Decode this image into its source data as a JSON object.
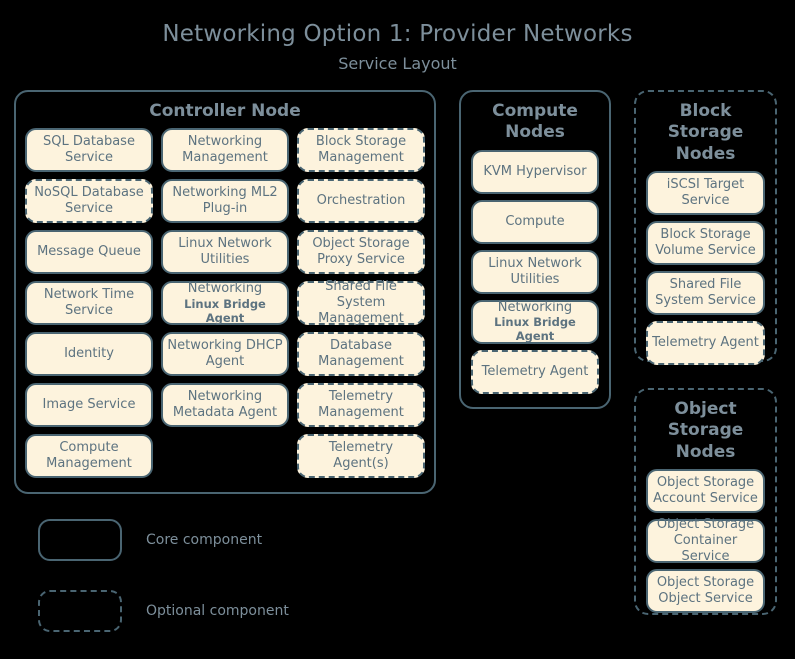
{
  "header": {
    "title": "Networking Option 1: Provider Networks",
    "subtitle": "Service Layout"
  },
  "colors": {
    "background": "#000000",
    "box_fill": "#fdf3dd",
    "box_border": "#4a6572",
    "text": "#6d7f8b",
    "title_text": "#7d8f9b"
  },
  "groups": {
    "controller": {
      "title": "Controller Node",
      "optional": false,
      "services": [
        {
          "label": "SQL Database Service",
          "optional": false
        },
        {
          "label": "Networking Management",
          "optional": false
        },
        {
          "label": "Block Storage Management",
          "optional": true
        },
        {
          "label": "NoSQL Database Service",
          "optional": true
        },
        {
          "label": "Networking ML2 Plug-in",
          "optional": false
        },
        {
          "label": "Orchestration",
          "optional": true
        },
        {
          "label": "Message Queue",
          "optional": false
        },
        {
          "label": "Linux Network Utilities",
          "optional": false
        },
        {
          "label": "Object Storage Proxy Service",
          "optional": true
        },
        {
          "label": "Network Time Service",
          "optional": false
        },
        {
          "label": "Networking",
          "sub": "Linux Bridge Agent",
          "optional": false
        },
        {
          "label": "Shared File System Management",
          "optional": true
        },
        {
          "label": "Identity",
          "optional": false
        },
        {
          "label": "Networking DHCP Agent",
          "optional": false
        },
        {
          "label": "Database Management",
          "optional": true
        },
        {
          "label": "Image Service",
          "optional": false
        },
        {
          "label": "Networking Metadata Agent",
          "optional": false
        },
        {
          "label": "Telemetry Management",
          "optional": true
        },
        {
          "label": "Compute Management",
          "optional": false
        },
        {
          "label": "",
          "empty": true
        },
        {
          "label": "Telemetry Agent(s)",
          "optional": true
        }
      ]
    },
    "compute": {
      "title": "Compute Nodes",
      "optional": false,
      "services": [
        {
          "label": "KVM Hypervisor",
          "optional": false
        },
        {
          "label": "Compute",
          "optional": false
        },
        {
          "label": "Linux Network Utilities",
          "optional": false
        },
        {
          "label": "Networking",
          "sub": "Linux Bridge Agent",
          "optional": false
        },
        {
          "label": "Telemetry Agent",
          "optional": true
        }
      ]
    },
    "block_storage": {
      "title": "Block Storage Nodes",
      "optional": true,
      "services": [
        {
          "label": "iSCSI Target Service",
          "optional": false
        },
        {
          "label": "Block Storage Volume Service",
          "optional": false
        },
        {
          "label": "Shared File System Service",
          "optional": false
        },
        {
          "label": "Telemetry Agent",
          "optional": true
        }
      ]
    },
    "object_storage": {
      "title": "Object Storage Nodes",
      "optional": true,
      "services": [
        {
          "label": "Object Storage Account Service",
          "optional": false
        },
        {
          "label": "Object Storage Container Service",
          "optional": false
        },
        {
          "label": "Object Storage Object Service",
          "optional": false
        }
      ]
    }
  },
  "legend": {
    "items": [
      {
        "label": "Core component",
        "optional": false
      },
      {
        "label": "Optional component",
        "optional": true
      }
    ]
  }
}
